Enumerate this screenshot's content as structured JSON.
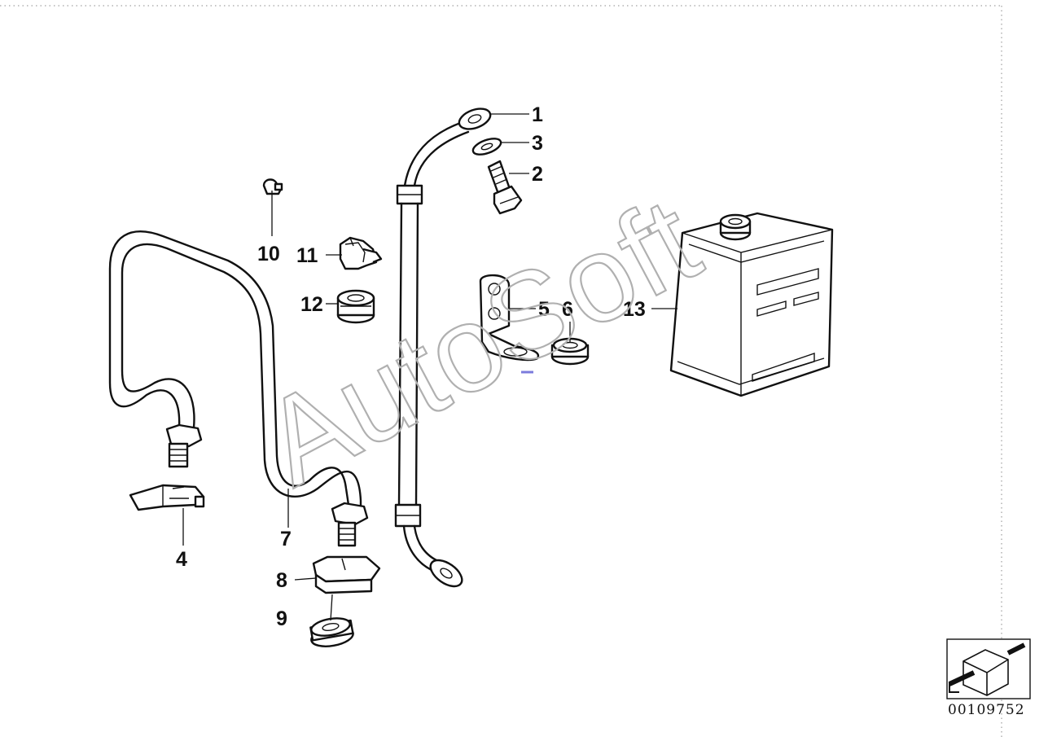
{
  "diagram": {
    "callouts": [
      {
        "id": "1",
        "label": "1"
      },
      {
        "id": "2",
        "label": "2"
      },
      {
        "id": "3",
        "label": "3"
      },
      {
        "id": "4",
        "label": "4"
      },
      {
        "id": "5",
        "label": "5"
      },
      {
        "id": "6",
        "label": "6"
      },
      {
        "id": "7",
        "label": "7"
      },
      {
        "id": "8",
        "label": "8"
      },
      {
        "id": "9",
        "label": "9"
      },
      {
        "id": "10",
        "label": "10"
      },
      {
        "id": "11",
        "label": "11"
      },
      {
        "id": "12",
        "label": "12"
      },
      {
        "id": "13",
        "label": "13"
      }
    ],
    "watermark": "AutoSoft",
    "diagram_code": "00109752",
    "accent_mark_color": "#7b7bdc"
  }
}
